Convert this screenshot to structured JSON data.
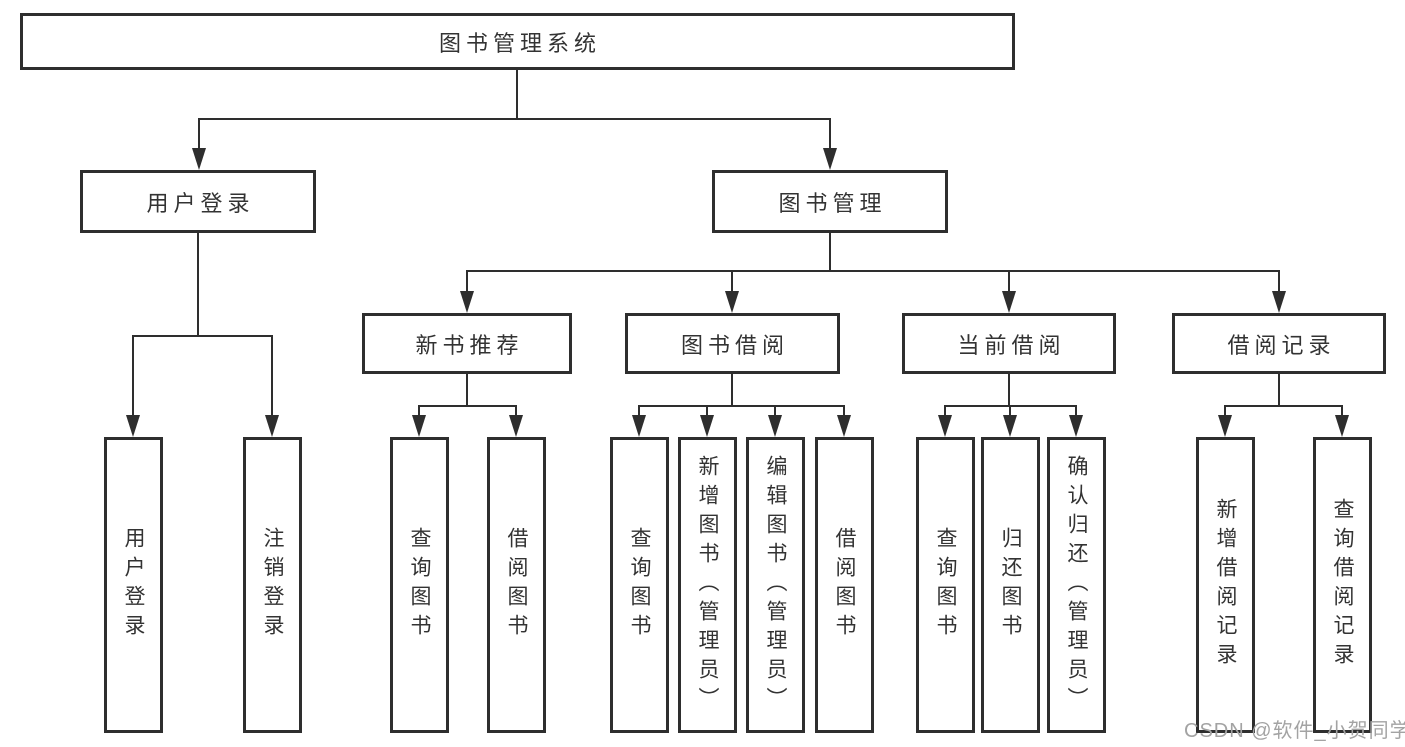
{
  "nodes": {
    "root": "图书管理系统",
    "user_login": "用户登录",
    "book_mgmt": "图书管理",
    "new_book_rec": "新书推荐",
    "book_borrow": "图书借阅",
    "current_borrow": "当前借阅",
    "borrow_record": "借阅记录",
    "leaves": {
      "user_login": "用户登录",
      "logout": "注销登录",
      "rec_query_book": "查询图书",
      "rec_borrow_book": "借阅图书",
      "bb_query_book": "查询图书",
      "bb_add_book": "新增图书（管理员）",
      "bb_edit_book": "编辑图书（管理员）",
      "bb_borrow_book": "借阅图书",
      "cb_query_book": "查询图书",
      "cb_return_book": "归还图书",
      "cb_confirm_return": "确认归还（管理员）",
      "br_add_record": "新增借阅记录",
      "br_query_record": "查询借阅记录"
    }
  },
  "hierarchy": {
    "图书管理系统": {
      "用户登录": [
        "用户登录",
        "注销登录"
      ],
      "图书管理": {
        "新书推荐": [
          "查询图书",
          "借阅图书"
        ],
        "图书借阅": [
          "查询图书",
          "新增图书（管理员）",
          "编辑图书（管理员）",
          "借阅图书"
        ],
        "当前借阅": [
          "查询图书",
          "归还图书",
          "确认归还（管理员）"
        ],
        "借阅记录": [
          "新增借阅记录",
          "查询借阅记录"
        ]
      }
    }
  },
  "watermark": "CSDN @软件_小贺同学",
  "colors": {
    "line": "#2e2e2e",
    "border": "#2e2e2e",
    "text": "#333333",
    "watermark": "#a3a3a3",
    "background": "#ffffff"
  }
}
